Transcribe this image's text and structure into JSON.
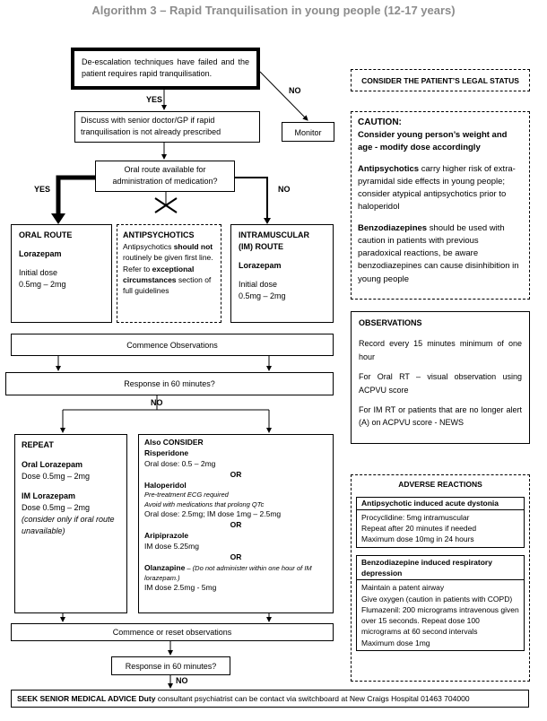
{
  "title": "Algorithm 3 – Rapid Tranquilisation in young people (12-17 years)",
  "flow": {
    "deescalation": "De-escalation techniques have failed and the patient requires rapid tranquilisation.",
    "yes1": "YES",
    "no1": "NO",
    "monitor": "Monitor",
    "discuss": "Discuss with senior doctor/GP if rapid tranquilisation is not already prescribed",
    "oral_route_q": "Oral route available for administration of medication?",
    "yes2": "YES",
    "no2": "NO",
    "oral_route": {
      "heading": "ORAL ROUTE",
      "drug": "Lorazepam",
      "dose_label": "Initial dose",
      "dose": "0.5mg – 2mg"
    },
    "antipsychotics": {
      "heading": "ANTIPSYCHOTICS",
      "t1": "Antipsychotics ",
      "t2": "should not",
      "t3": " routinely be given first line. Refer to ",
      "t4": "exceptional circumstances",
      "t5": " section of full guidelines"
    },
    "im_route": {
      "heading": "INTRAMUSCULAR (IM) ROUTE",
      "drug": "Lorazepam",
      "dose_label": "Initial dose",
      "dose": "0.5mg – 2mg"
    },
    "commence_obs": "Commence Observations",
    "response1": "Response in 60 minutes?",
    "no3": "NO",
    "repeat": {
      "heading": "REPEAT",
      "oral_heading": "Oral Lorazepam",
      "oral_dose": "Dose 0.5mg – 2mg",
      "im_heading": "IM Lorazepam",
      "im_dose": "Dose 0.5mg – 2mg",
      "im_note": "(consider only if oral route unavailable)"
    },
    "also": {
      "heading": "Also CONSIDER",
      "risperidone": "Risperidone",
      "risperidone_dose": "Oral dose: 0.5 – 2mg",
      "or1": "OR",
      "haloperidol": "Haloperidol",
      "halo_note1": "Pre-treatment ECG required",
      "halo_note2": "Avoid with medications that prolong QTc",
      "halo_dose": "Oral dose: 2.5mg; IM dose 1mg – 2.5mg",
      "or2": "OR",
      "aripiprazole": "Aripiprazole",
      "aripiprazole_dose": "IM dose 5.25mg",
      "or3": "OR",
      "olanzapine": "Olanzapine",
      "olanzapine_dash": " – ",
      "olanzapine_note": "(Do not administer within one hour of IM lorazepam.)",
      "olanzapine_dose": "IM dose 2.5mg - 5mg"
    },
    "commence_reset": "Commence or reset observations",
    "response2": "Response in 60 minutes?",
    "no4": "NO",
    "seek_bold": "SEEK SENIOR MEDICAL ADVICE Duty",
    "seek_rest": " consultant psychiatrist can be contact via switchboard at New Craigs Hospital 01463 704000"
  },
  "side": {
    "legal": "CONSIDER THE PATIENT’S LEGAL STATUS",
    "caution": {
      "heading": "CAUTION:",
      "line1": "Consider young person’s weight and age - modify dose accordingly",
      "anti_bold": "Antipsychotics",
      "anti_rest": " carry higher risk of extra-pyramidal side effects in young people; consider atypical antipsychotics prior to haloperidol",
      "benzo_bold": "Benzodiazepines",
      "benzo_rest": " should be used with caution in patients with previous paradoxical reactions, be aware benzodiazepines can cause disinhibition in young people"
    },
    "observations": {
      "heading": "OBSERVATIONS",
      "p1": "Record every 15 minutes minimum of one hour",
      "p2": "For Oral RT – visual observation using ACPVU score",
      "p3": "For IM RT or patients that are no longer alert (A) on ACPVU score - NEWS"
    },
    "adverse": {
      "heading": "ADVERSE REACTIONS",
      "dystonia_heading": "Antipsychotic induced acute dystonia",
      "dystonia_1": "Procyclidine: 5mg intramuscular",
      "dystonia_2": "Repeat after 20 minutes if needed",
      "dystonia_3": "Maximum dose 10mg in 24 hours",
      "resp_heading": "Benzodiazepine induced respiratory depression",
      "resp_1": "Maintain a patent airway",
      "resp_2": "Give oxygen (caution in patients with COPD)",
      "resp_3": "Flumazenil: 200 micrograms intravenous given over 15 seconds. Repeat dose 100 micrograms at 60 second intervals",
      "resp_4": "Maximum dose 1mg"
    }
  }
}
